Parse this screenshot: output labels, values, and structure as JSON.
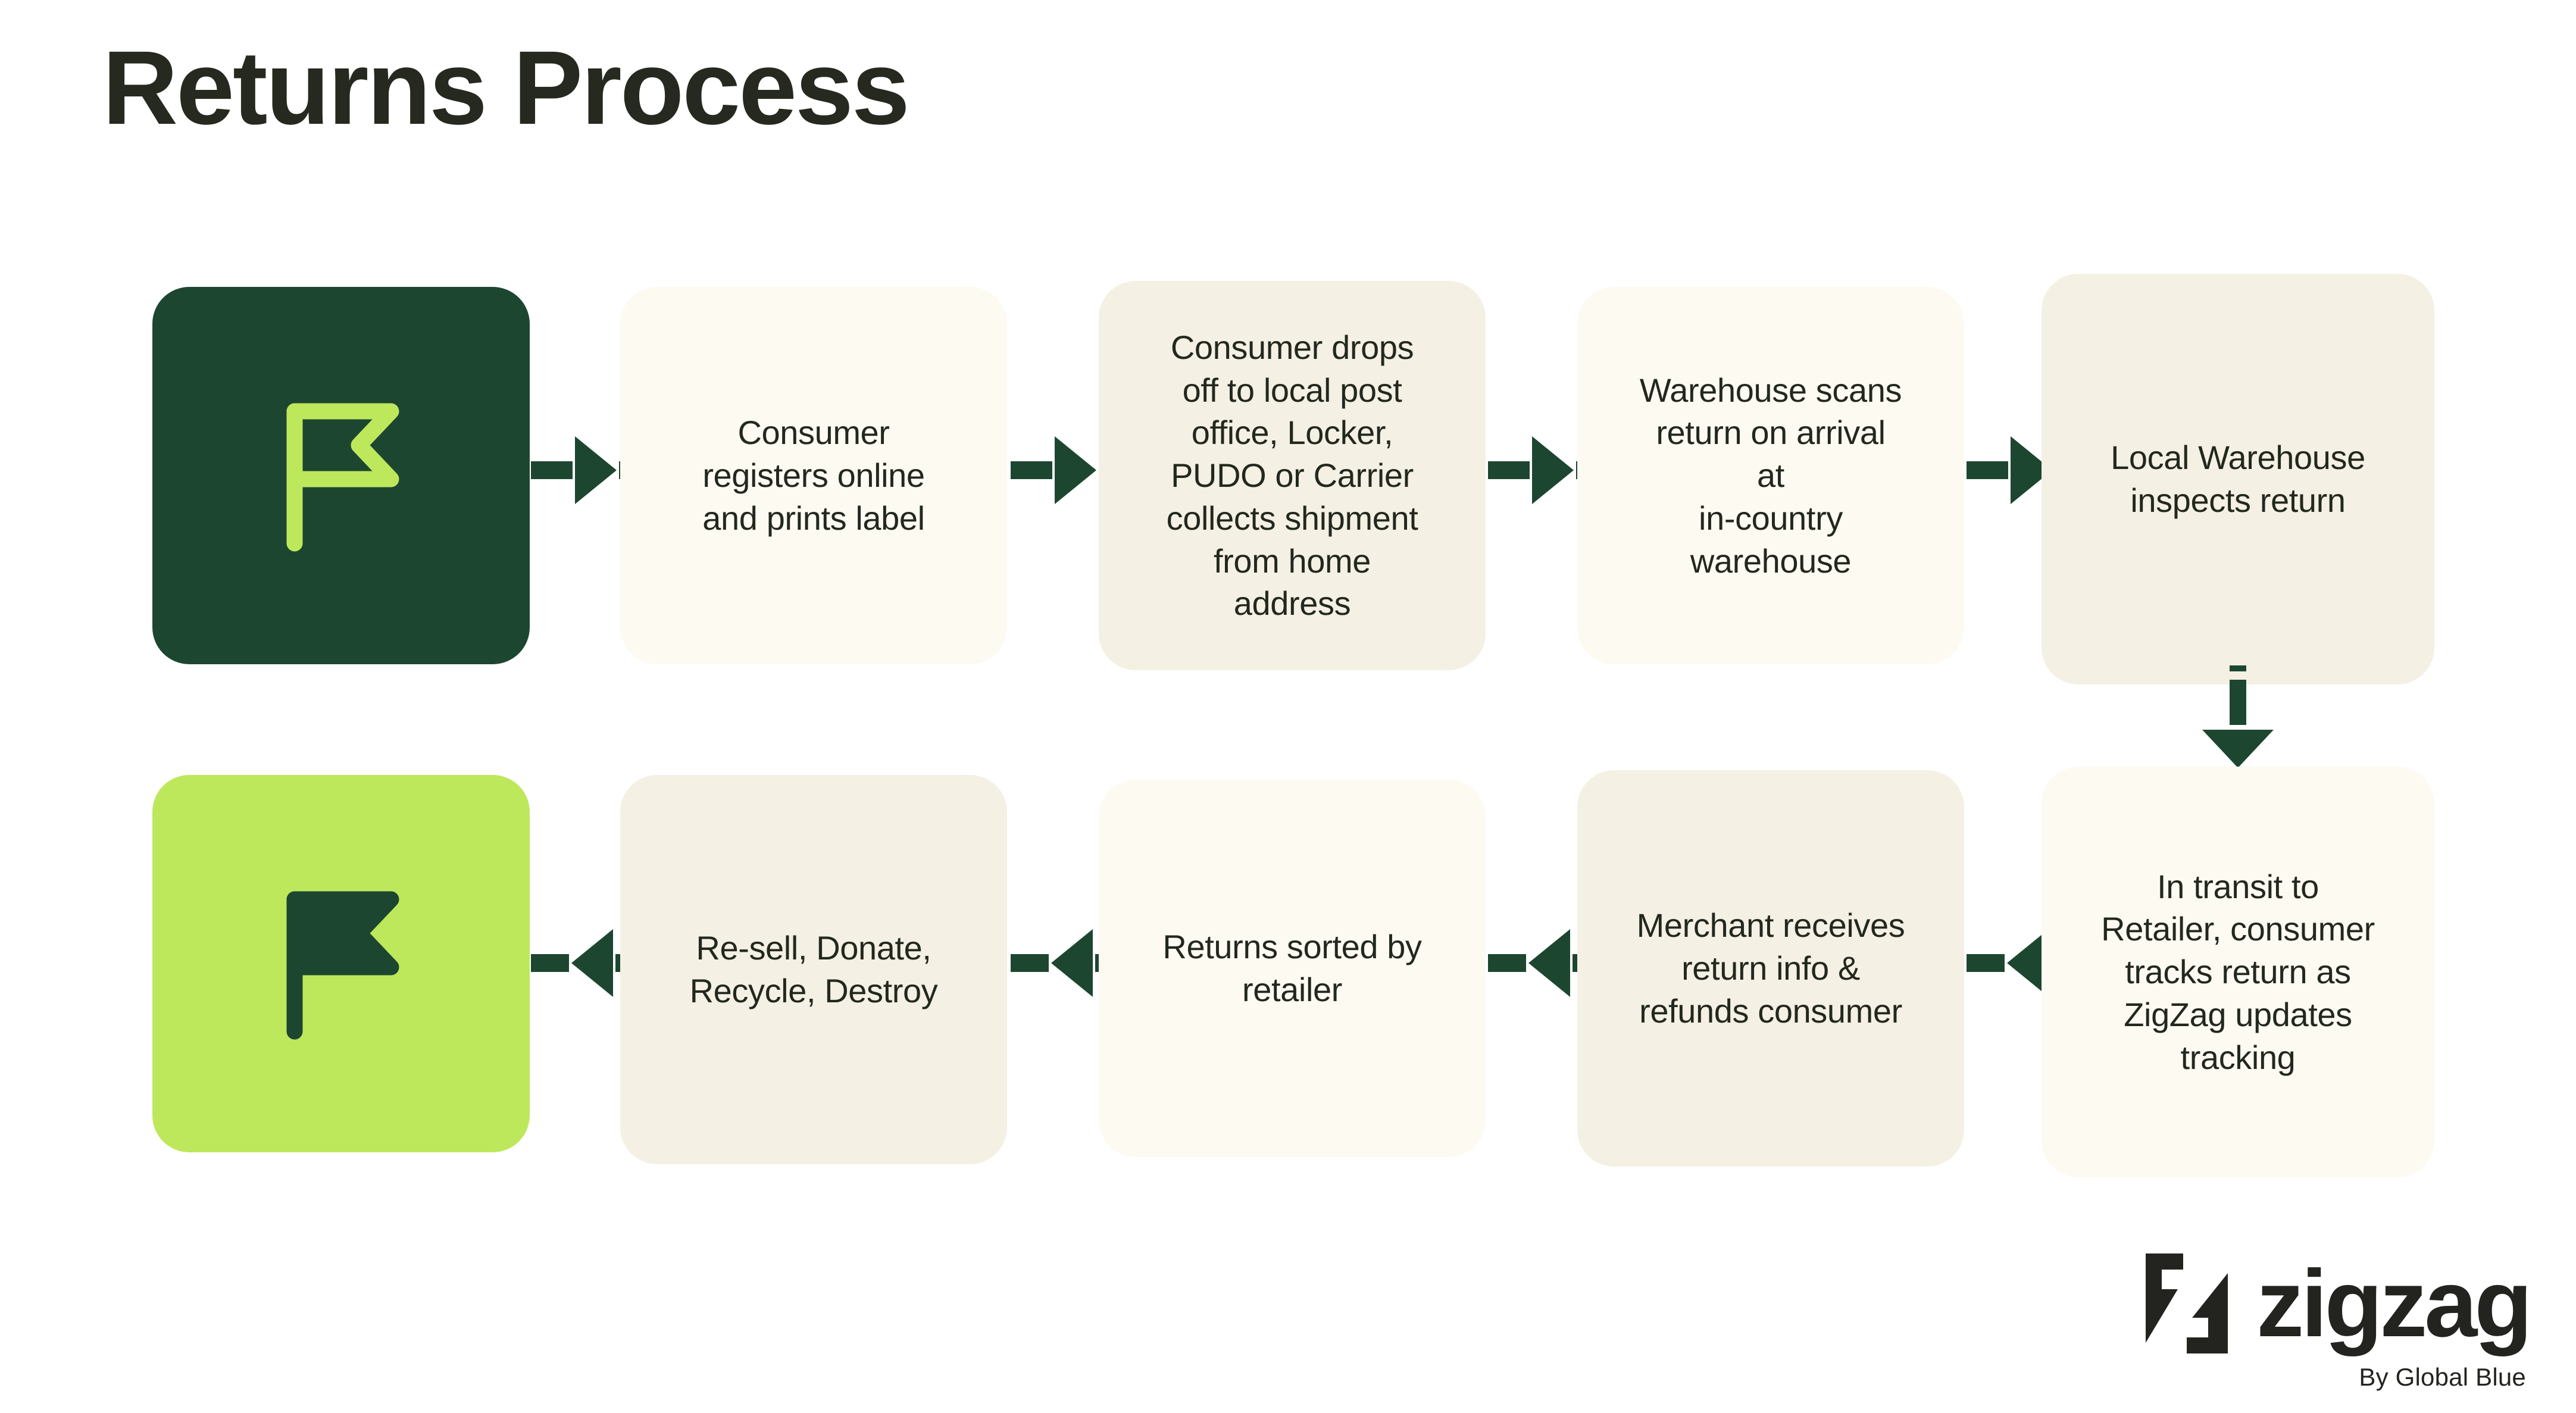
{
  "page": {
    "title": "Returns Process",
    "background_color": "#ffffff"
  },
  "colors": {
    "dark_green": "#1d4630",
    "light_green": "#bde85c",
    "cream_light": "#fdfaf2",
    "cream_warm": "#f4f0e3",
    "text_dark": "#23281f",
    "title_dark": "#26291f"
  },
  "flow": {
    "row1": {
      "direction": "left-to-right",
      "start_icon": {
        "icon": "flag-outline-icon",
        "background_color": "#1d4630",
        "icon_color": "#bde85c"
      },
      "steps": [
        {
          "text": "Consumer\nregisters online\nand prints label",
          "background_color": "#fdfaf2"
        },
        {
          "text": "Consumer drops\noff to local post\noffice, Locker,\nPUDO or Carrier\ncollects shipment\nfrom home\naddress",
          "background_color": "#f4f0e3"
        },
        {
          "text": "Warehouse scans\nreturn on arrival\nat\nin-country\nwarehouse",
          "background_color": "#fdfaf2"
        },
        {
          "text": "Local Warehouse\ninspects return",
          "background_color": "#f4f0e3"
        }
      ]
    },
    "row2": {
      "direction": "right-to-left",
      "end_icon": {
        "icon": "flag-filled-icon",
        "background_color": "#bde85c",
        "icon_color": "#1d4630"
      },
      "steps": [
        {
          "text": "In transit to\nRetailer, consumer\ntracks return as\nZigZag updates\ntracking",
          "background_color": "#fdfaf2"
        },
        {
          "text": "Merchant receives\nreturn info &\nrefunds consumer",
          "background_color": "#f4f0e3"
        },
        {
          "text": "Returns sorted by\nretailer",
          "background_color": "#fdfaf2"
        },
        {
          "text": "Re-sell, Donate,\nRecycle, Destroy",
          "background_color": "#f4f0e3"
        }
      ]
    },
    "connectors": {
      "horizontal_style": "dashed-with-arrowhead",
      "vertical_style": "dashed-with-arrowhead-down",
      "color": "#1d4630"
    }
  },
  "logo": {
    "mark": "zigzag-mark-icon",
    "wordmark": "zigzag",
    "tagline": "By Global Blue",
    "color": "#232420"
  }
}
